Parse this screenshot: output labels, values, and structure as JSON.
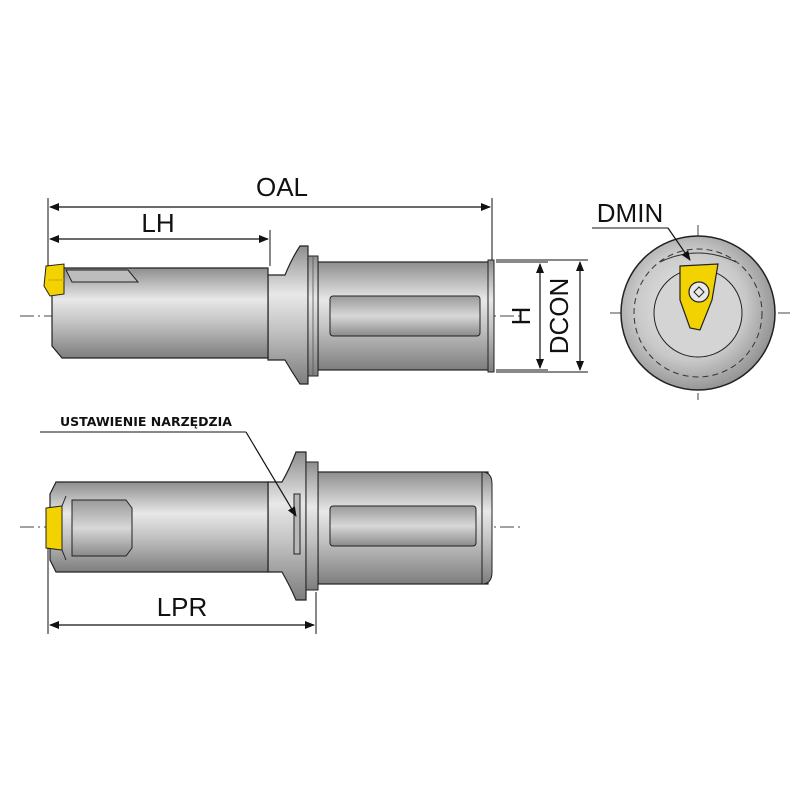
{
  "labels": {
    "oal": "OAL",
    "lh": "LH",
    "h": "H",
    "dcon": "DCON",
    "dmin": "DMIN",
    "lpr": "LPR",
    "tool_setting": "USTAWIENIE NARZĘDZIA"
  },
  "colors": {
    "body_dark": "#8c8c8c",
    "body_light": "#e6e6e6",
    "insert": "#f2d200",
    "outline": "#222222",
    "centerline": "#444444"
  }
}
